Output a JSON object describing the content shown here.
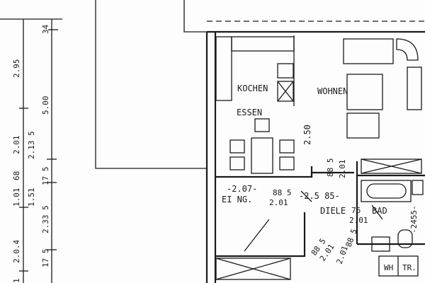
{
  "plan": {
    "rooms": {
      "kitchen": "KOCHEN",
      "living": "WOHNEN",
      "dining": "ESSEN",
      "entrance": "EI NG.",
      "hall": "DIELE",
      "bath": "BAD",
      "wm": "WH",
      "tr": "TR."
    },
    "dimensions": {
      "left_outer": [
        "2.95",
        "2.01",
        "1.01",
        "2.0.4",
        "1"
      ],
      "left_inner": [
        "34",
        "5.00",
        "2.13 5",
        "68",
        "1.51",
        "17 5",
        "2.33 5",
        "17 5"
      ],
      "living_height": "2.50",
      "door_living": [
        "88 5",
        "2.01"
      ],
      "entrance_width": "-2.07-",
      "door_entrance": [
        "88 5",
        "2.01"
      ],
      "hall_width": "-2.5 85-",
      "door_bath": [
        "76",
        "2.01"
      ],
      "bath_length": "-2455-",
      "door_lower": [
        "88 5",
        "2.01"
      ],
      "door_lower2": [
        "88 5",
        "2.01"
      ]
    }
  }
}
